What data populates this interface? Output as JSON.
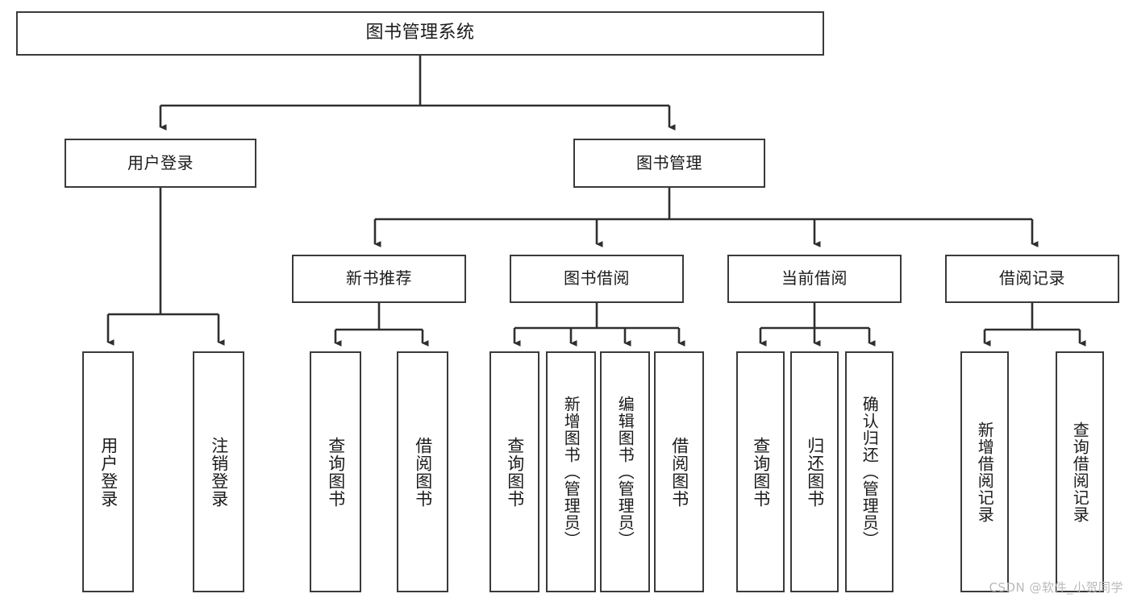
{
  "diagram": {
    "title": "图书管理系统",
    "type": "tree-hierarchy-diagram",
    "watermark": "CSDN @软件_小贺同学",
    "colors": {
      "box_border": "#3a3a3a",
      "box_fill": "#ffffff",
      "connector": "#2f2f2f",
      "text": "#1b1b1b",
      "watermark": "#b9b9b9",
      "background": "#ffffff"
    },
    "root": {
      "label": "图书管理系统"
    },
    "level2": [
      {
        "id": "user-login",
        "label": "用户登录"
      },
      {
        "id": "book-management",
        "label": "图书管理"
      }
    ],
    "level3": [
      {
        "id": "new-book-recommend",
        "label": "新书推荐"
      },
      {
        "id": "book-borrow",
        "label": "图书借阅"
      },
      {
        "id": "current-borrow",
        "label": "当前借阅"
      },
      {
        "id": "borrow-record",
        "label": "借阅记录"
      }
    ],
    "leaves": {
      "user_login": [
        {
          "id": "leaf-user-login",
          "label": "用户登录"
        },
        {
          "id": "leaf-logout-login",
          "label": "注销登录"
        }
      ],
      "new_book_recommend": [
        {
          "id": "leaf-query-book-1",
          "label": "查询图书"
        },
        {
          "id": "leaf-borrow-book-1",
          "label": "借阅图书"
        }
      ],
      "book_borrow": [
        {
          "id": "leaf-query-book-2",
          "label": "查询图书"
        },
        {
          "id": "leaf-add-book",
          "label": "新增图书（管理员）"
        },
        {
          "id": "leaf-edit-book",
          "label": "编辑图书（管理员）"
        },
        {
          "id": "leaf-borrow-book-2",
          "label": "借阅图书"
        }
      ],
      "current_borrow": [
        {
          "id": "leaf-query-book-3",
          "label": "查询图书"
        },
        {
          "id": "leaf-return-book",
          "label": "归还图书"
        },
        {
          "id": "leaf-confirm-return",
          "label": "确认归还（管理员）"
        }
      ],
      "borrow_record": [
        {
          "id": "leaf-add-record",
          "label": "新增借阅记录"
        },
        {
          "id": "leaf-query-record",
          "label": "查询借阅记录"
        }
      ]
    }
  }
}
